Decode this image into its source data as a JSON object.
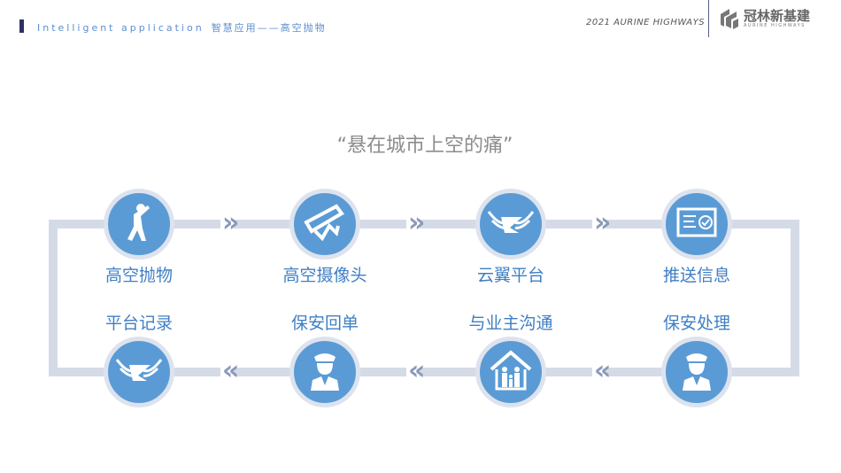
{
  "header": {
    "subtitle_en": "Intelligent application",
    "subtitle_cn": "智慧应用——高空抛物",
    "year_brand": "2021  AURINE  HIGHWAYS",
    "logo_name": "冠林新基建",
    "logo_sub": "AURINE HIGHWAYS"
  },
  "title": "“悬在城市上空的痛”",
  "flow": {
    "top": [
      {
        "label": "高空抛物",
        "icon": "throwing-person-icon"
      },
      {
        "label": "高空摄像头",
        "icon": "security-camera-icon"
      },
      {
        "label": "云翼平台",
        "icon": "winged-logo-icon"
      },
      {
        "label": "推送信息",
        "icon": "certificate-message-icon"
      }
    ],
    "bottom": [
      {
        "label": "平台记录",
        "icon": "winged-logo-icon"
      },
      {
        "label": "保安回单",
        "icon": "security-guard-icon"
      },
      {
        "label": "与业主沟通",
        "icon": "family-house-icon"
      },
      {
        "label": "保安处理",
        "icon": "security-guard-icon"
      }
    ],
    "arrow_right": "»",
    "arrow_left": "«"
  },
  "colors": {
    "accent": "#5b9bd5",
    "label": "#3f7fc4",
    "track": "#d5dbe6",
    "arrow": "#8a9ab8"
  }
}
